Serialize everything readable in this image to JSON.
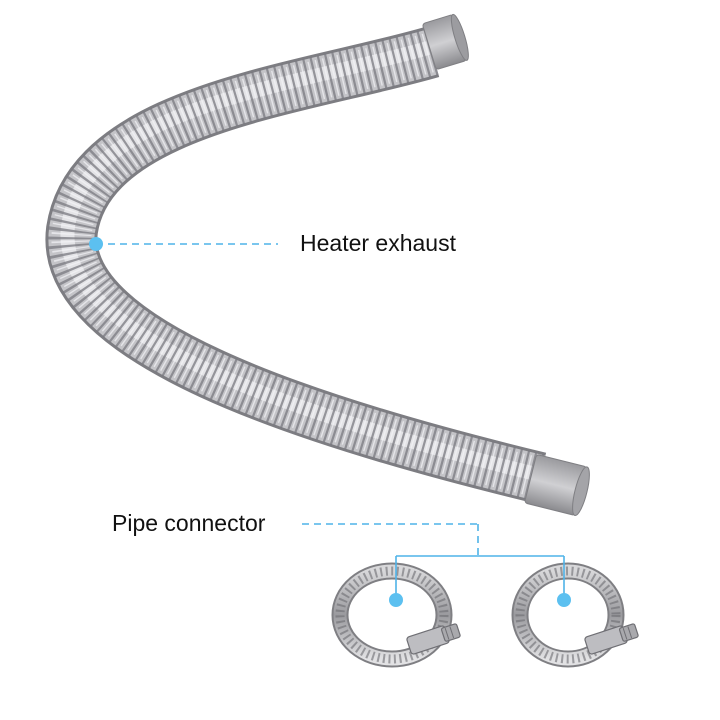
{
  "labels": {
    "heater_exhaust": "Heater exhaust",
    "pipe_connector": "Pipe connector"
  },
  "colors": {
    "callout_line": "#4fb3e8",
    "callout_dot": "#5cc0f0",
    "hose_light": "#e4e4e6",
    "hose_dark": "#8e8e92",
    "end_cap": "#a9a9ac",
    "background": "#ffffff"
  },
  "icons": {
    "hose": "corrugated-exhaust-hose-image",
    "clamps": "hose-clamp-image"
  }
}
